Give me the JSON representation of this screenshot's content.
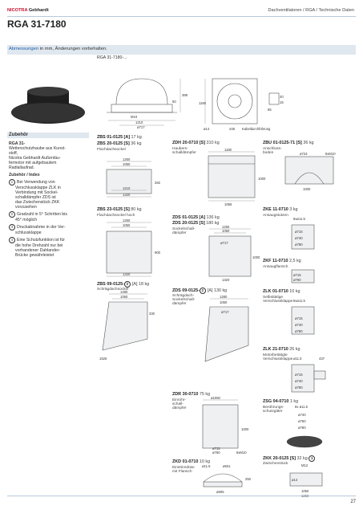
{
  "header": {
    "brand_red": "NICOTRA",
    "brand_rest": " Gebhardt",
    "section": "Dachventilatoren / RGA / Technische Daten"
  },
  "page_title": "RGA 31-7180",
  "dimensions_note": {
    "prefix": "Abmessungen",
    "suffix": " in mm, Änderungen vorbehalten.",
    "model": "RGA 31-7180-..."
  },
  "drawing_labels": {
    "m1": "M10",
    "w1": "1210",
    "d1": "ø717",
    "h1": "389",
    "h2": "50",
    "sq1": "1160",
    "d2": "ø14",
    "c1": "448",
    "cable": "Kabeldurchführung",
    "s1": "20",
    "s2": "15",
    "s3": "65"
  },
  "sidebar": {
    "heading": "Zubehör",
    "lines": [
      "RGA 31-",
      "Wetterschutzhaube aus Kunst-",
      "stoff,",
      "Nicotra Gebhardt Außenläu-",
      "fermotor mit aufgebautem",
      "Radiallaufrad."
    ],
    "accessory_heading": "Zubehör / Index",
    "notes": [
      {
        "n": "1",
        "lines": [
          "Bei Verwendung von",
          "Verschlussklappe ZLK in",
          "Verbindung mit Sockel-",
          "schalldämpfer ZDS ist",
          "das Zwischenstück ZKK",
          "vorzusehen"
        ]
      },
      {
        "n": "2",
        "lines": [
          "Gradzahl in 5° Schritten bis",
          "45° möglich"
        ]
      },
      {
        "n": "3",
        "lines": [
          "Druckabnahme in der Ver-",
          "schlussklappe"
        ]
      },
      {
        "n": "4",
        "lines": [
          "Eine Schutzfunktion ist für",
          "die hohe Drehzahl nur bei",
          "vorhandener Dahlander-",
          "Brücke gewährleistet"
        ]
      }
    ]
  },
  "products": {
    "zbs01": {
      "code": "ZBS 01-0125 [A]",
      "w": "17 kg"
    },
    "zbs20": {
      "code": "ZBS 20-0125 [S]",
      "w": "36 kg"
    },
    "zbs_desc": "Flachdachsockel",
    "zbs23": {
      "code": "ZBS 23-0125 [S]",
      "w": "80 kg"
    },
    "zbs23_desc": "Flachdachsockel hoch",
    "zbs09": {
      "code": "ZBS 09-0125-",
      "tail": "[A] 18 kg"
    },
    "zbs09_desc": "Schrägdachsockel",
    "zdh": {
      "code": "ZDH 20-0710 [S]",
      "w": "310 kg"
    },
    "zdh_desc": [
      "Haubers-",
      "schalldämpfer"
    ],
    "zbu": {
      "code": "ZBU 01-0125-71 [S]",
      "w": "36 kg"
    },
    "zbu_desc": [
      "Anschluss-",
      "boden"
    ],
    "zds01": {
      "code": "ZDS 01-0125 [A]",
      "w": "136 kg"
    },
    "zds20": {
      "code": "ZDS 20-0125 [S]",
      "w": "180 kg"
    },
    "zds_desc": [
      "Sockelschall-",
      "dämpfer"
    ],
    "zke": {
      "code": "ZKE 11-0710",
      "w": "3 kg"
    },
    "zke_desc": "Ansaugstutzen",
    "zkf": {
      "code": "ZKF 11-0710",
      "w": "2,5 kg"
    },
    "zkf_desc": "Ansaugflansch",
    "zds09": {
      "code": "ZDS 09-0125-",
      "tail": "[A] 130 kg"
    },
    "zds09_desc": [
      "Schrägdach-",
      "Sockelschall-",
      "dämpfer"
    ],
    "zlk01": {
      "code": "ZLK 01-0710",
      "w": "10 kg"
    },
    "zlk01_desc": [
      "Selbsttätige",
      "Verschlussklappe"
    ],
    "zlk21": {
      "code": "ZLK 21-0710",
      "w": "26 kg"
    },
    "zlk21_desc": [
      "Motorbetätigte",
      "Verschlussklappe"
    ],
    "zdr": {
      "code": "ZDR 30-0710",
      "w": "75 kg"
    },
    "zdr_desc": [
      "Einrohr-",
      "schall-",
      "dämpfer"
    ],
    "zsg": {
      "code": "ZSG 04-0710",
      "w": "1 kg"
    },
    "zsg_desc": [
      "Berührungs-",
      "schutzgitter"
    ],
    "zkd": {
      "code": "ZKD 01-0710",
      "w": "10 kg"
    },
    "zkd_desc": [
      "Einstrimdüse",
      "mit Flansch"
    ],
    "zkk": {
      "code": "ZKK 20-0125 [S]",
      "w": "32 kg"
    },
    "zkk_desc": "Zwischenstück"
  },
  "dims": {
    "a1": "1250",
    "a2": "1050",
    "a3": "1210",
    "a4": "1320",
    "a5": "282",
    "b1": "1250",
    "b2": "1050",
    "b3": "1320",
    "b4": "900",
    "c1": "1280",
    "c2": "1050",
    "c3": "330",
    "c4": "1526",
    "d1": "1180",
    "d2": "1000",
    "d3": "1056",
    "e1": "ø724",
    "e2": "8xM10",
    "e3": "1000",
    "f1": "1250",
    "f2": "1050",
    "f3": "1320",
    "f4": "1000",
    "f5": "ø717",
    "g1": "8xø11.5",
    "g2": "ø715",
    "g3": "ø740",
    "g4": "ø780",
    "h1": "ø715",
    "h2": "ø760",
    "h3": "1280",
    "h4": "1050",
    "h5": "ø717",
    "i1": "8xø11.5",
    "i2": "ø715",
    "i3": "ø740",
    "i4": "ø780",
    "j1": "437",
    "j2": "ø11.5",
    "j3": "ø715",
    "j4": "ø740",
    "j5": "ø780",
    "k1": "ø1050",
    "k2": "1000",
    "k3": "ø715",
    "k4": "ø760",
    "k5": "8xM10",
    "l1": "8x ø11.5",
    "l2": "ø740",
    "l3": "ø750",
    "l4": "ø780",
    "m1": "ø11.5",
    "m2": "ø931",
    "m3": "ø905",
    "m4": "250",
    "n1": "M12",
    "n2": "ø14",
    "n3": "1050",
    "n4": "1250"
  },
  "page_number": "27"
}
